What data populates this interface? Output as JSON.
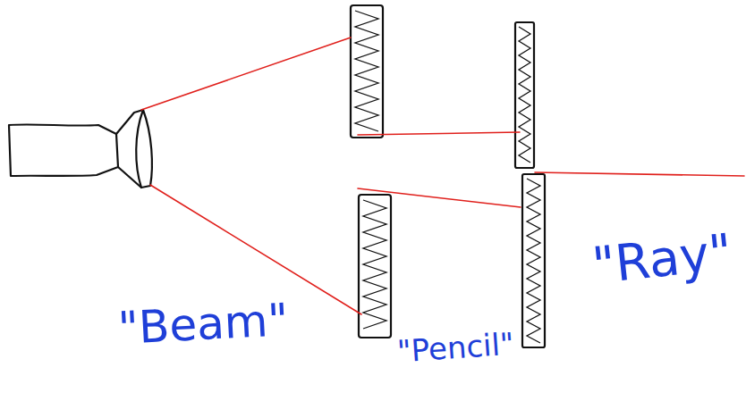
{
  "diagram": {
    "labels": [
      "\"Beam\"",
      "\"Pencil\"",
      "\"Ray\""
    ]
  }
}
